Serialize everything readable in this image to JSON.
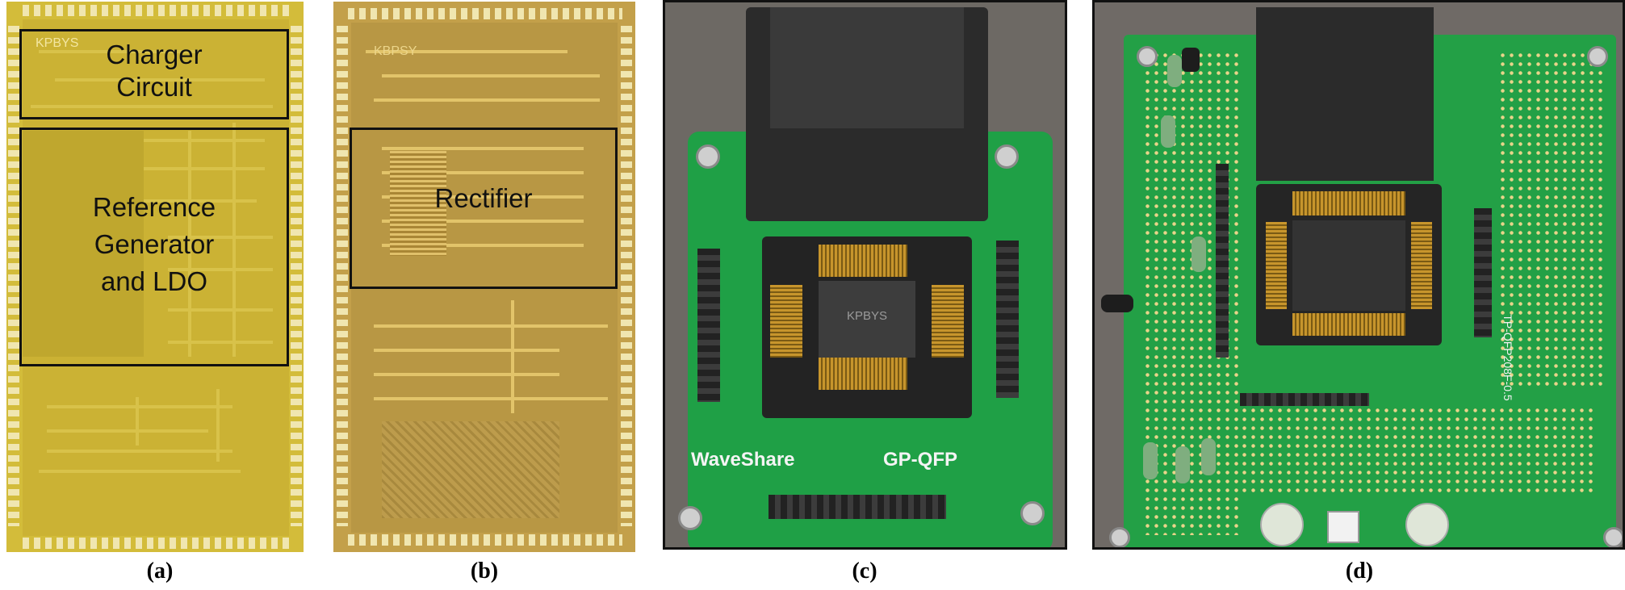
{
  "captions": {
    "a": "(a)",
    "b": "(b)",
    "c": "(c)",
    "d": "(d)"
  },
  "panel_a": {
    "chip_mark": "KPBYS",
    "regions": {
      "charger": "Charger\nCircuit",
      "reference": "Reference\nGenerator\nand LDO"
    }
  },
  "panel_b": {
    "chip_mark": "KBPSY",
    "regions": {
      "rectifier": "Rectifier"
    }
  },
  "panel_c": {
    "chip_mark": "KPBYS",
    "brand_text": "WaveShare",
    "board_text": "GP-QFP"
  },
  "panel_d": {
    "board_text": "TP-QFP208F-0.5"
  },
  "colors": {
    "die_a": "#d4bd3a",
    "die_b": "#c6a24a",
    "pcb_green": "#1fa046",
    "socket_black": "#2a2a2a"
  }
}
